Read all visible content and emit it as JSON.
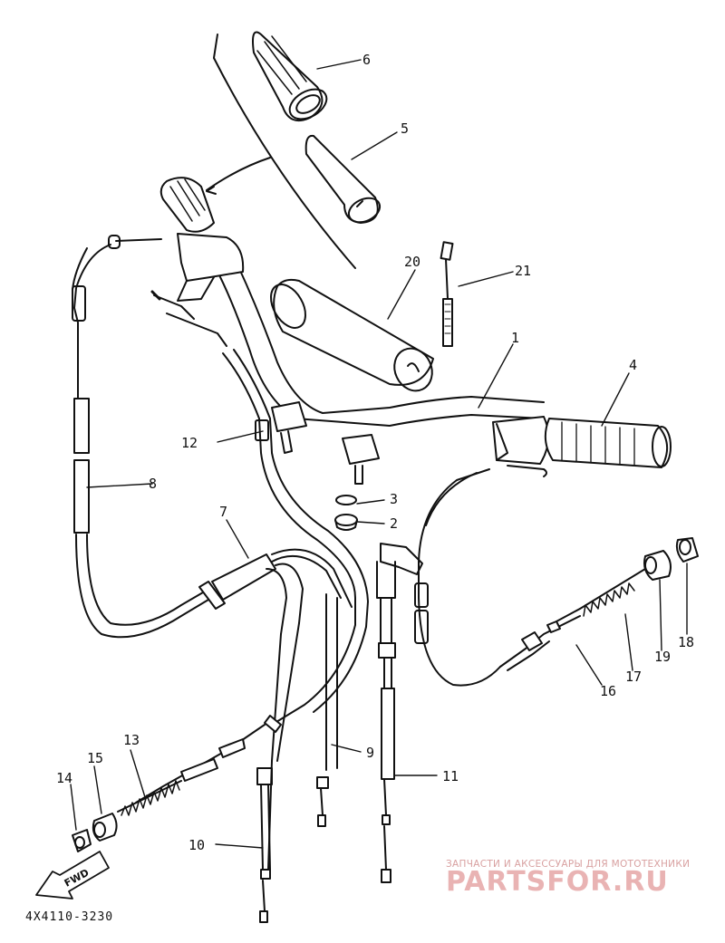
{
  "diagram": {
    "drawing_code": "4X4110-3230",
    "direction_label": "FWD",
    "watermark": {
      "subtitle": "ЗАПЧАСТИ И АКСЕССУАРЫ ДЛЯ МОТОТЕХНИКИ",
      "brand": "PARTSFOR.RU"
    },
    "parts": [
      {
        "number": "1"
      },
      {
        "number": "2"
      },
      {
        "number": "3"
      },
      {
        "number": "4"
      },
      {
        "number": "5"
      },
      {
        "number": "6"
      },
      {
        "number": "7"
      },
      {
        "number": "8"
      },
      {
        "number": "9"
      },
      {
        "number": "10"
      },
      {
        "number": "11"
      },
      {
        "number": "12"
      },
      {
        "number": "13"
      },
      {
        "number": "14"
      },
      {
        "number": "15"
      },
      {
        "number": "16"
      },
      {
        "number": "17"
      },
      {
        "number": "18"
      },
      {
        "number": "19"
      },
      {
        "number": "20"
      },
      {
        "number": "21"
      }
    ]
  }
}
